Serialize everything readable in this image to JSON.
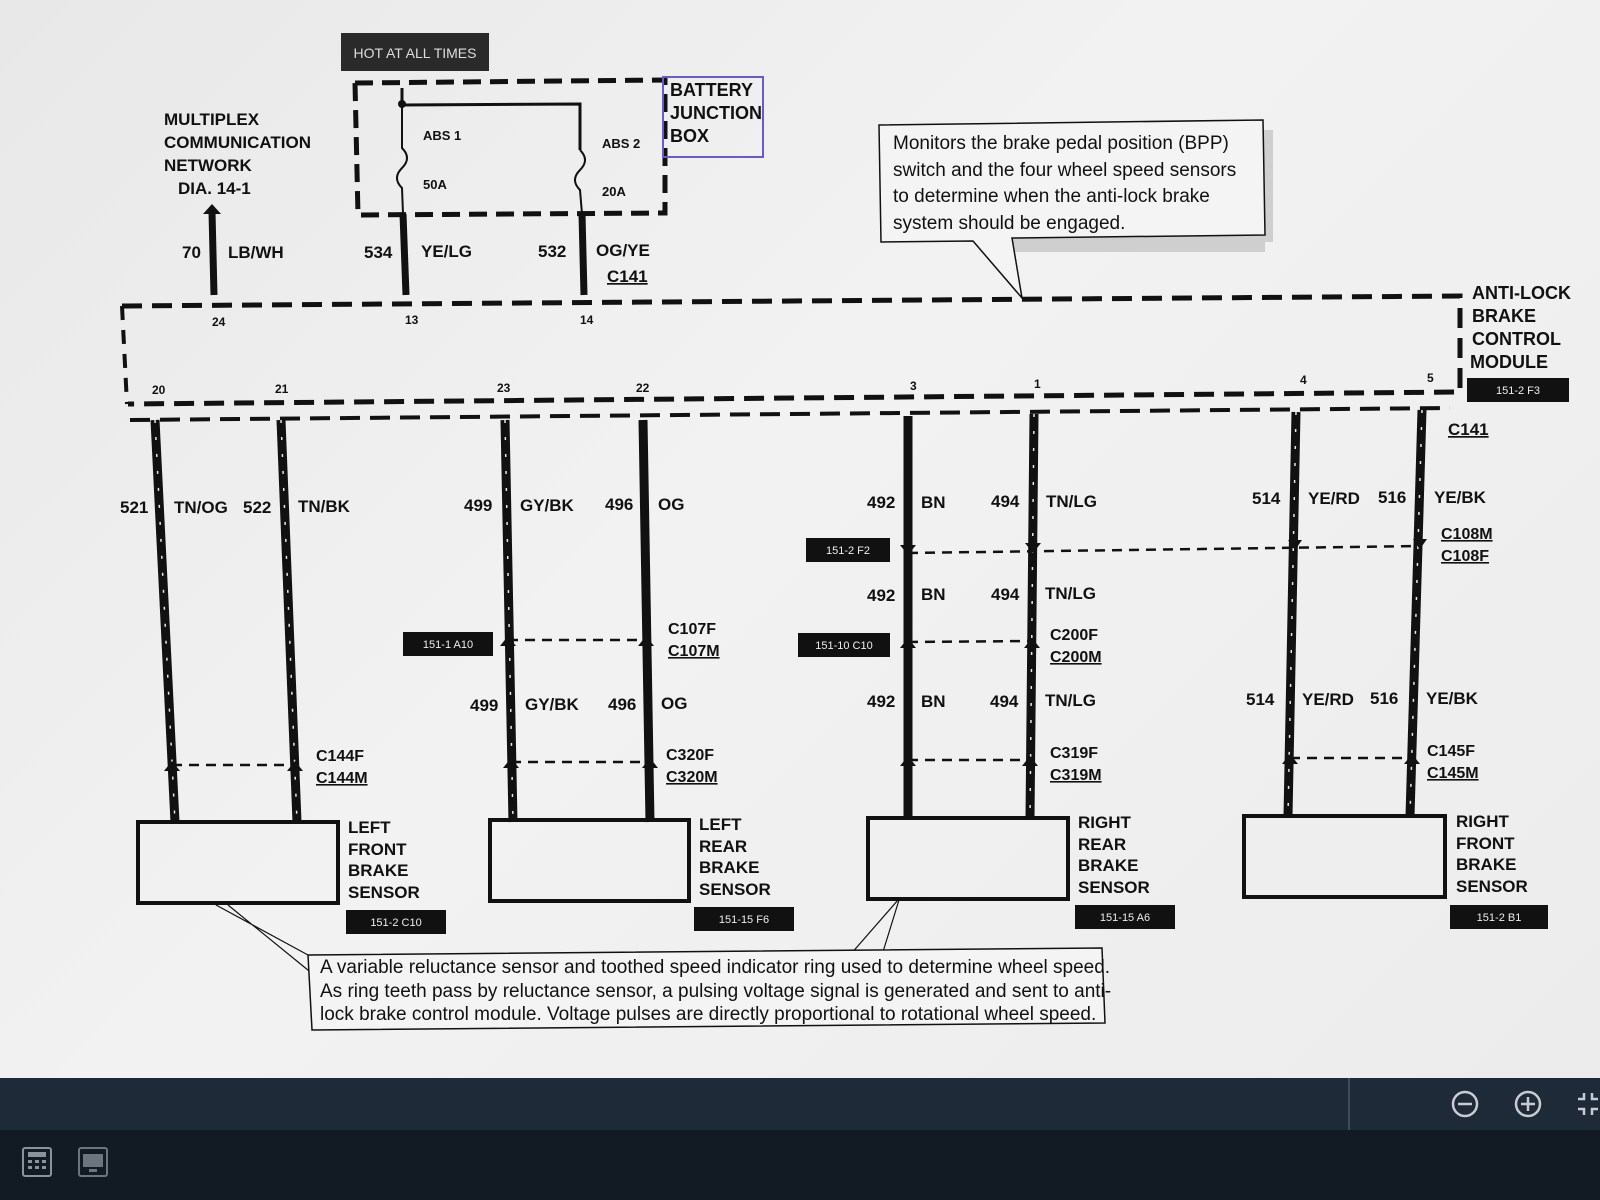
{
  "module": {
    "label_lines": [
      "ANTI-LOCK",
      "BRAKE",
      "CONTROL",
      "MODULE"
    ],
    "ref": "151-2 F3",
    "pins_top": [
      "24",
      "13",
      "14"
    ],
    "pins_bottom": [
      "20",
      "21",
      "23",
      "22",
      "3",
      "1",
      "4",
      "5"
    ]
  },
  "power": {
    "hot_label": "HOT AT ALL TIMES",
    "box_lines": [
      "BATTERY",
      "JUNCTION",
      "BOX"
    ],
    "fuse1": {
      "name": "ABS 1",
      "rating": "50A"
    },
    "fuse2": {
      "name": "ABS 2",
      "rating": "20A"
    }
  },
  "multiplex": {
    "lines": [
      "MULTIPLEX",
      "COMMUNICATION",
      "NETWORK"
    ],
    "dia": "DIA. 14-1"
  },
  "top_wires": [
    {
      "num": "70",
      "color": "LB/WH"
    },
    {
      "num": "534",
      "color": "YE/LG"
    },
    {
      "num": "532",
      "color": "OG/YE",
      "connector": "C141"
    }
  ],
  "callout_top": [
    "Monitors the brake pedal position (BPP)",
    "switch and the four wheel speed sensors",
    "to determine when the anti-lock brake",
    "system  should be engaged."
  ],
  "connector_c141": "C141",
  "wires": {
    "lf": [
      {
        "num": "521",
        "color": "TN/OG"
      },
      {
        "num": "522",
        "color": "TN/BK"
      }
    ],
    "lr": [
      {
        "num": "499",
        "color": "GY/BK"
      },
      {
        "num": "496",
        "color": "OG"
      }
    ],
    "lr2": [
      {
        "num": "499",
        "color": "GY/BK"
      },
      {
        "num": "496",
        "color": "OG"
      }
    ],
    "rr": [
      {
        "num": "492",
        "color": "BN"
      },
      {
        "num": "494",
        "color": "TN/LG"
      }
    ],
    "rr2": [
      {
        "num": "492",
        "color": "BN"
      },
      {
        "num": "494",
        "color": "TN/LG"
      }
    ],
    "rr3": [
      {
        "num": "492",
        "color": "BN"
      },
      {
        "num": "494",
        "color": "TN/LG"
      }
    ],
    "rf": [
      {
        "num": "514",
        "color": "YE/RD"
      },
      {
        "num": "516",
        "color": "YE/BK"
      }
    ],
    "rf2": [
      {
        "num": "514",
        "color": "YE/RD"
      },
      {
        "num": "516",
        "color": "YE/BK"
      }
    ]
  },
  "connectors": {
    "c108": [
      "C108M",
      "C108F"
    ],
    "c107": [
      "C107F",
      "C107M"
    ],
    "c200": [
      "C200F",
      "C200M"
    ],
    "c144": [
      "C144F",
      "C144M"
    ],
    "c320": [
      "C320F",
      "C320M"
    ],
    "c319": [
      "C319F",
      "C319M"
    ],
    "c145": [
      "C145F",
      "C145M"
    ]
  },
  "refs": {
    "f2": "151-2 F2",
    "a10": "151-1 A10",
    "c10": "151-10 C10"
  },
  "sensors": [
    {
      "lines": [
        "LEFT",
        "FRONT",
        "BRAKE",
        "SENSOR"
      ],
      "ref": "151-2 C10"
    },
    {
      "lines": [
        "LEFT",
        "REAR",
        "BRAKE",
        "SENSOR"
      ],
      "ref": "151-15 F6"
    },
    {
      "lines": [
        "RIGHT",
        "REAR",
        "BRAKE",
        "SENSOR"
      ],
      "ref": "151-15 A6"
    },
    {
      "lines": [
        "RIGHT",
        "FRONT",
        "BRAKE",
        "SENSOR"
      ],
      "ref": "151-2 B1"
    }
  ],
  "callout_bottom": [
    "A variable reluctance sensor and toothed speed indicator ring used to determine wheel speed.",
    "As ring teeth pass by reluctance sensor, a pulsing voltage signal is generated and sent to anti-",
    "lock brake control module.  Voltage pulses are directly proportional to rotational wheel speed."
  ],
  "toolbar": {
    "zoom_out_icon": "minus-circle-icon",
    "zoom_in_icon": "plus-circle-icon",
    "fit_icon": "fit-screen-icon"
  }
}
